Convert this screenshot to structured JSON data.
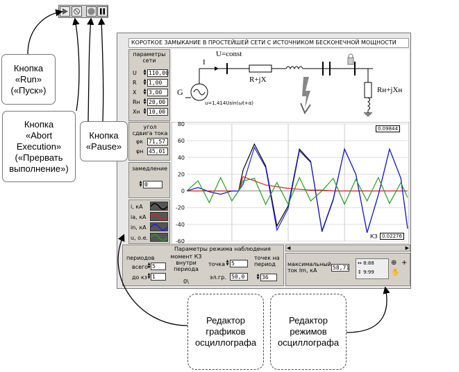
{
  "window": {
    "title": "КОРОТКОЕ ЗАМЫКАНИЕ В ПРОСТЕЙШЕЙ СЕТИ С ИСТОЧНИКОМ БЕСКОНЕЧНОЙ МОЩНОСТИ"
  },
  "toolbar": {
    "run_icon": "run-icon",
    "abort_icon": "abort-icon",
    "stop_icon": "stop-sign-icon",
    "pause_icon": "pause-icon"
  },
  "callouts": {
    "run": "Кнопка\n«Run»\n(«Пуск»)",
    "abort": "Кнопка\n«Abort\nExecution»\n(«Прервать\nвыполнение»)",
    "pause": "Кнопка\n«Pause»",
    "graph_editor": "Редактор\nграфиков\nосциллографа",
    "mode_editor": "Редактор\nрежимов\nосциллографа"
  },
  "params": {
    "header": "параметры\nсети",
    "rows": [
      {
        "label": "U",
        "value": "110,00"
      },
      {
        "label": "R",
        "value": "1,00"
      },
      {
        "label": "X",
        "value": "3,00"
      },
      {
        "label": "Rн",
        "value": "20,00"
      },
      {
        "label": "Xн",
        "value": "10,00"
      }
    ]
  },
  "angle": {
    "header": "угол\nсдвига тока",
    "rows": [
      {
        "label": "φк",
        "value": "71,57"
      },
      {
        "label": "φн",
        "value": "45,01"
      }
    ]
  },
  "slowdown": {
    "label": "замедление",
    "value": "0"
  },
  "legend": {
    "items": [
      {
        "label": "i,  кА",
        "color": "#000000"
      },
      {
        "label": "ia, кА",
        "color": "#e02020"
      },
      {
        "label": "in, кА",
        "color": "#2020e0"
      },
      {
        "label": "u, о.е.",
        "color": "#20a020"
      }
    ]
  },
  "circuit": {
    "u_const": "U=const",
    "current": "I",
    "line_impedance": "R+jX",
    "generator": "G",
    "voltage_formula": "u=1,414Usin(ωt+α)",
    "load_impedance": "Rн+jXн"
  },
  "scope": {
    "time_top": "0.09844",
    "kz_label": "КЗ",
    "kz_time": "0.02276",
    "y_ticks": [
      "80",
      "60",
      "40",
      "20",
      "0",
      "-20",
      "-40",
      "-60"
    ]
  },
  "chart_data": {
    "type": "line",
    "x": [
      0.0,
      0.005,
      0.01,
      0.015,
      0.02,
      0.023,
      0.025,
      0.03,
      0.035,
      0.04,
      0.045,
      0.05,
      0.055,
      0.06,
      0.065,
      0.07,
      0.075,
      0.08,
      0.085,
      0.09,
      0.095,
      0.098
    ],
    "ylim": [
      -60,
      80
    ],
    "series": [
      {
        "name": "i, кА",
        "color": "#000000",
        "values": [
          0,
          4,
          -1,
          -4,
          0,
          0,
          25,
          56,
          30,
          -42,
          -18,
          50,
          35,
          -48,
          -10,
          50,
          20,
          -50,
          -5,
          50,
          15,
          -45
        ]
      },
      {
        "name": "ia, кА",
        "color": "#e02020",
        "values": [
          0,
          0,
          0,
          0,
          0,
          0,
          17,
          12,
          7,
          5,
          3,
          2,
          1,
          1,
          0,
          0,
          0,
          0,
          0,
          0,
          0,
          0
        ]
      },
      {
        "name": "in, кА",
        "color": "#2020e0",
        "values": [
          0,
          4,
          -1,
          -4,
          0,
          0,
          8,
          52,
          28,
          -47,
          -21,
          48,
          34,
          -49,
          -11,
          50,
          20,
          -50,
          -5,
          50,
          15,
          -45
        ]
      },
      {
        "name": "u, о.е.",
        "color": "#20a020",
        "values": [
          0,
          12,
          -14,
          16,
          -12,
          0,
          12,
          15,
          -16,
          10,
          -16,
          16,
          -12,
          0,
          15,
          -16,
          14,
          -12,
          16,
          -15,
          10,
          -8
        ]
      }
    ]
  },
  "mode_params": {
    "title": "Параметры режима наблюдения",
    "periods_header": "периодов",
    "total_label": "всего",
    "total_value": "5",
    "to_kz_label": "до кз",
    "to_kz_value": "1",
    "moment_header": "момент КЗ\nвнутри\nпериода",
    "moment_unit": "0\\",
    "point_label": "точка",
    "point_value": "5",
    "el_label": "эл.гр.",
    "el_value": "50,0",
    "points_header": "точек на\nпериод",
    "points_value": "36",
    "max_label": "максимальный\nток Im,  кА",
    "max_value": "58,71"
  }
}
